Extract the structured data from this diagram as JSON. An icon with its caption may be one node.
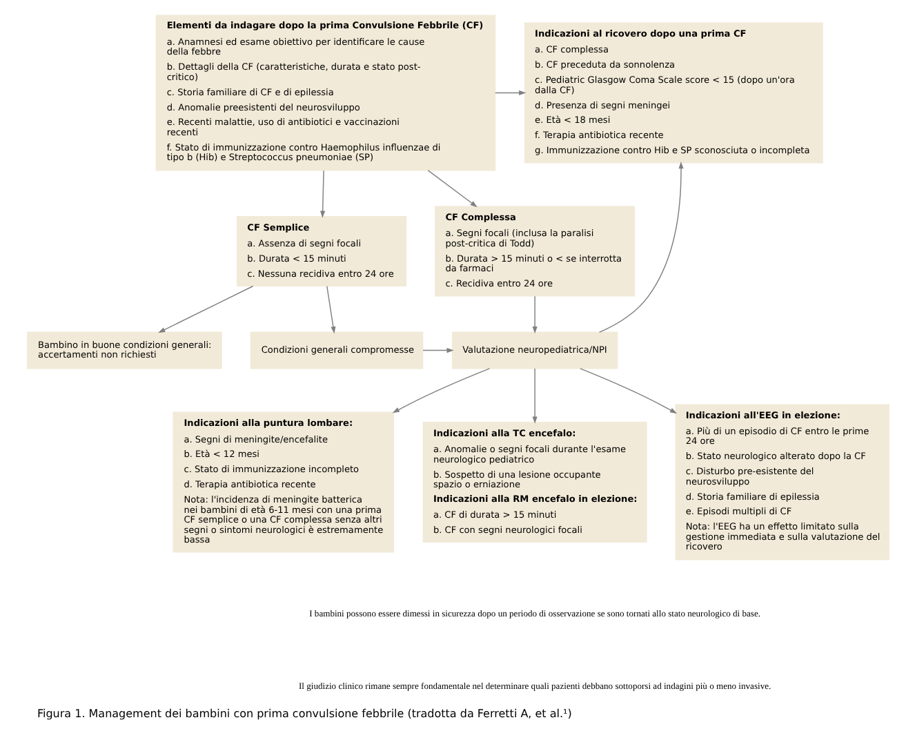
{
  "diagram": {
    "caption": "Figura 1. Management dei bambini con prima convulsione febbrile (tradotta da Ferretti A, et al.¹)",
    "nodes": [
      {
        "text": [
          "Elementi da indagare dopo la prima Convulsione Febbrile (CF)",
          "a. Anamnesi ed esame obiettivo per identificare le cause della febbre",
          "b. Dettagli della CF (caratteristiche, durata e stato post-critico)",
          "c. Storia familiare di CF e di epilessia",
          "d. Anomalie preesistenti del neurosviluppo",
          "e. Recenti malattie, uso di antibiotici e vaccinazioni recenti",
          "f. Stato di immunizzazione contro Haemophilus influenzae di tipo b (Hib) e Streptococcus pneumoniae (SP)"
        ]
      },
      {
        "text": [
          "Indicazioni al ricovero dopo una prima CF",
          "a. CF complessa",
          "b. CF preceduta da sonnolenza",
          "c. Pediatric Glasgow Coma Scale score < 15 (dopo un'ora dalla CF)",
          "d. Presenza di segni meningei",
          "e. Età < 18 mesi",
          "f. Terapia antibiotica recente",
          "g. Immunizzazione contro Hib e SP sconosciuta o incompleta"
        ]
      },
      {
        "text": [
          "CF Semplice",
          "a. Assenza di segni focali",
          "b. Durata < 15 minuti",
          "c. Nessuna recidiva entro 24 ore"
        ]
      },
      {
        "text": [
          "CF Complessa",
          "a. Segni focali (inclusa la paralisi post-critica di Todd)",
          "b. Durata > 15 minuti o < se interrotta da farmaci",
          "c. Recidiva entro 24 ore"
        ]
      },
      {
        "text": [
          "Bambino in buone condizioni generali: accertamenti non richiesti"
        ]
      },
      {
        "text": [
          "Condizioni generali compromesse"
        ]
      },
      {
        "text": [
          "Valutazione neuropediatrica/NPI"
        ]
      },
      {
        "text": [
          "Indicazioni alla puntura lombare:",
          "a. Segni di meningite/encefalite",
          "b. Età < 12 mesi",
          "c. Stato di immunizzazione incompleto",
          "d. Terapia antibiotica recente",
          "Nota: l'incidenza di meningite batterica nei bambini di età 6-11 mesi con una prima CF semplice o una CF complessa senza altri segni o sintomi neurologici è estremamente bassa"
        ]
      },
      {
        "text": [
          "Indicazioni alla TC encefalo:",
          "a. Anomalie o segni focali durante l'esame neurologico pediatrico",
          "b. Sospetto di una lesione occupante spazio o erniazione",
          "Indicazioni alla RM encefalo in elezione:",
          "a. CF di durata > 15 minuti",
          "b. CF con segni neurologici focali"
        ]
      },
      {
        "text": [
          "Indicazioni all'EEG in elezione:",
          "a. Più di un episodio di CF entro le prime 24 ore",
          "b. Stato neurologico alterato dopo la CF",
          "c. Disturbo pre-esistente del neurosviluppo",
          "d. Storia familiare di epilessia",
          "e. Episodi multipli di CF",
          "Nota: l'EEG ha un effetto limitato sulla gestione immediata e sulla valutazione del ricovero"
        ]
      }
    ],
    "edges": [
      {
        "from": 0,
        "to": 1,
        "arrow": "to"
      },
      {
        "from": 0,
        "to": 2,
        "arrow": "to"
      },
      {
        "from": 0,
        "to": 3,
        "arrow": "to"
      },
      {
        "from": 3,
        "to": 6,
        "arrow": "to"
      },
      {
        "from": 6,
        "to": 1,
        "arrow": "to"
      },
      {
        "from": 2,
        "to": 4,
        "arrow": "to"
      },
      {
        "from": 2,
        "to": 5,
        "arrow": "to"
      },
      {
        "from": 5,
        "to": 6,
        "arrow": "to"
      },
      {
        "from": 6,
        "to": 7,
        "arrow": "to"
      },
      {
        "from": 6,
        "to": 8,
        "arrow": "to"
      },
      {
        "from": 6,
        "to": 9,
        "arrow": "to"
      }
    ],
    "labels": [
      "I bambini possono essere dimessi in sicurezza dopo un periodo di osservazione se sono tornati allo stato neurologico di base.",
      "Il giudizio clinico rimane sempre fondamentale nel determinare quali pazienti debbano sottoporsi ad indagini più o meno invasive."
    ]
  }
}
